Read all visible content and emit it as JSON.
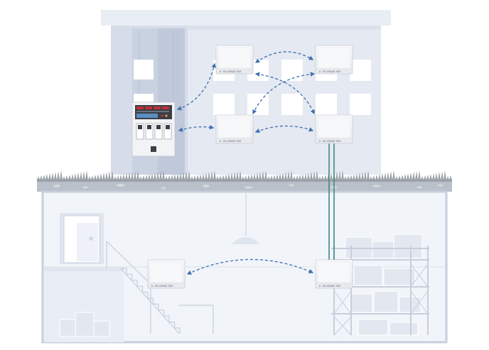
{
  "colors": {
    "building_light": "#e4e9f2",
    "building_mid": "#d3dbe8",
    "building_dark": "#c2cbdb",
    "window": "#ffffff",
    "ground": "#b9c0c9",
    "grass": "#9aa1aa",
    "basement_fill": "#eef2f8",
    "basement_line": "#c6cfdd",
    "repeater_body": "#f4f5f7",
    "repeater_edge": "#c9ced6",
    "link_dashed": "#3f6fae",
    "cable": "#3e8a7f",
    "panel_red": "#c0303a",
    "panel_dark": "#3a3f47"
  },
  "devices": {
    "repeater_label": "EN-GRADE EDE",
    "repeaters": [
      {
        "id": "r1",
        "floor": "upper-left"
      },
      {
        "id": "r2",
        "floor": "upper-right"
      },
      {
        "id": "r3",
        "floor": "lower-left"
      },
      {
        "id": "r4",
        "floor": "lower-right"
      },
      {
        "id": "r5",
        "floor": "basement-left"
      },
      {
        "id": "r6",
        "floor": "basement-right"
      }
    ],
    "control_panel": {
      "icon": "fire-alarm-panel-icon"
    }
  }
}
